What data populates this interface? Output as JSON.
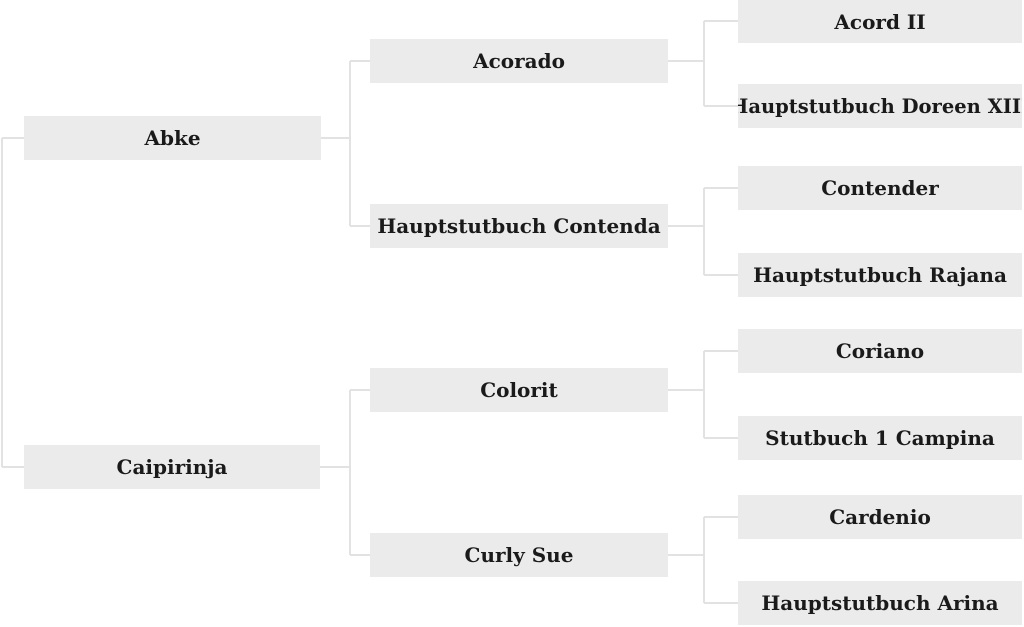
{
  "pedigree": {
    "parents": [
      {
        "name": "Abke",
        "parents": [
          {
            "name": "Acorado",
            "parents": [
              {
                "name": "Acord II"
              },
              {
                "name": "Hauptstutbuch Doreen XIII"
              }
            ]
          },
          {
            "name": "Hauptstutbuch Contenda",
            "parents": [
              {
                "name": "Contender"
              },
              {
                "name": "Hauptstutbuch Rajana"
              }
            ]
          }
        ]
      },
      {
        "name": "Caipirinja",
        "parents": [
          {
            "name": "Colorit",
            "parents": [
              {
                "name": "Coriano"
              },
              {
                "name": "Stutbuch 1 Campina"
              }
            ]
          },
          {
            "name": "Curly Sue",
            "parents": [
              {
                "name": "Cardenio"
              },
              {
                "name": "Hauptstutbuch Arina"
              }
            ]
          }
        ]
      }
    ]
  }
}
